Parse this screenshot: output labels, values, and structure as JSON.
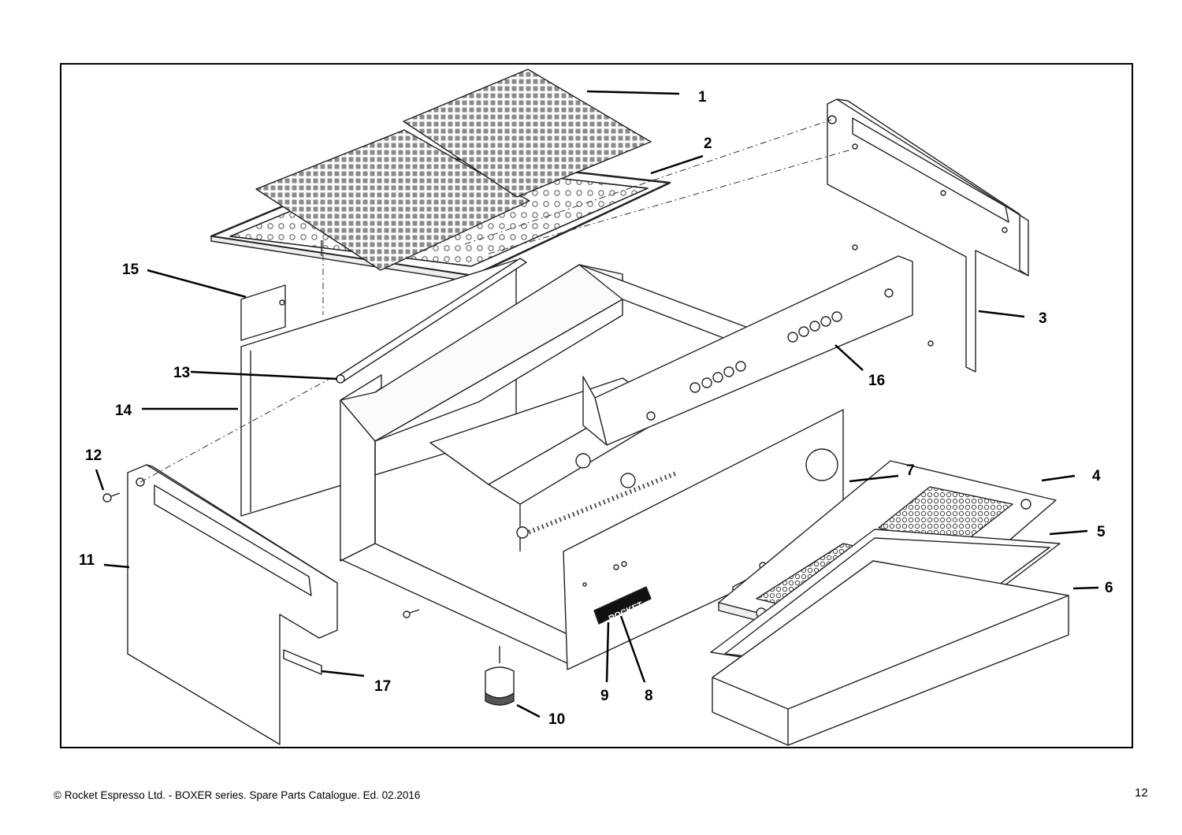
{
  "callouts": [
    {
      "id": "1",
      "label": "1"
    },
    {
      "id": "2",
      "label": "2"
    },
    {
      "id": "3",
      "label": "3"
    },
    {
      "id": "4",
      "label": "4"
    },
    {
      "id": "5",
      "label": "5"
    },
    {
      "id": "6",
      "label": "6"
    },
    {
      "id": "7",
      "label": "7"
    },
    {
      "id": "8",
      "label": "8"
    },
    {
      "id": "9",
      "label": "9"
    },
    {
      "id": "10",
      "label": "10"
    },
    {
      "id": "11",
      "label": "11"
    },
    {
      "id": "12",
      "label": "12"
    },
    {
      "id": "13",
      "label": "13"
    },
    {
      "id": "14",
      "label": "14"
    },
    {
      "id": "15",
      "label": "15"
    },
    {
      "id": "16",
      "label": "16"
    },
    {
      "id": "17",
      "label": "17"
    }
  ],
  "badge": {
    "brand": "ROCKET"
  },
  "footer": {
    "copyright": "© Rocket Espresso  Ltd. - BOXER series. Spare Parts Catalogue. Ed. 02.2016",
    "page_number": "12"
  }
}
